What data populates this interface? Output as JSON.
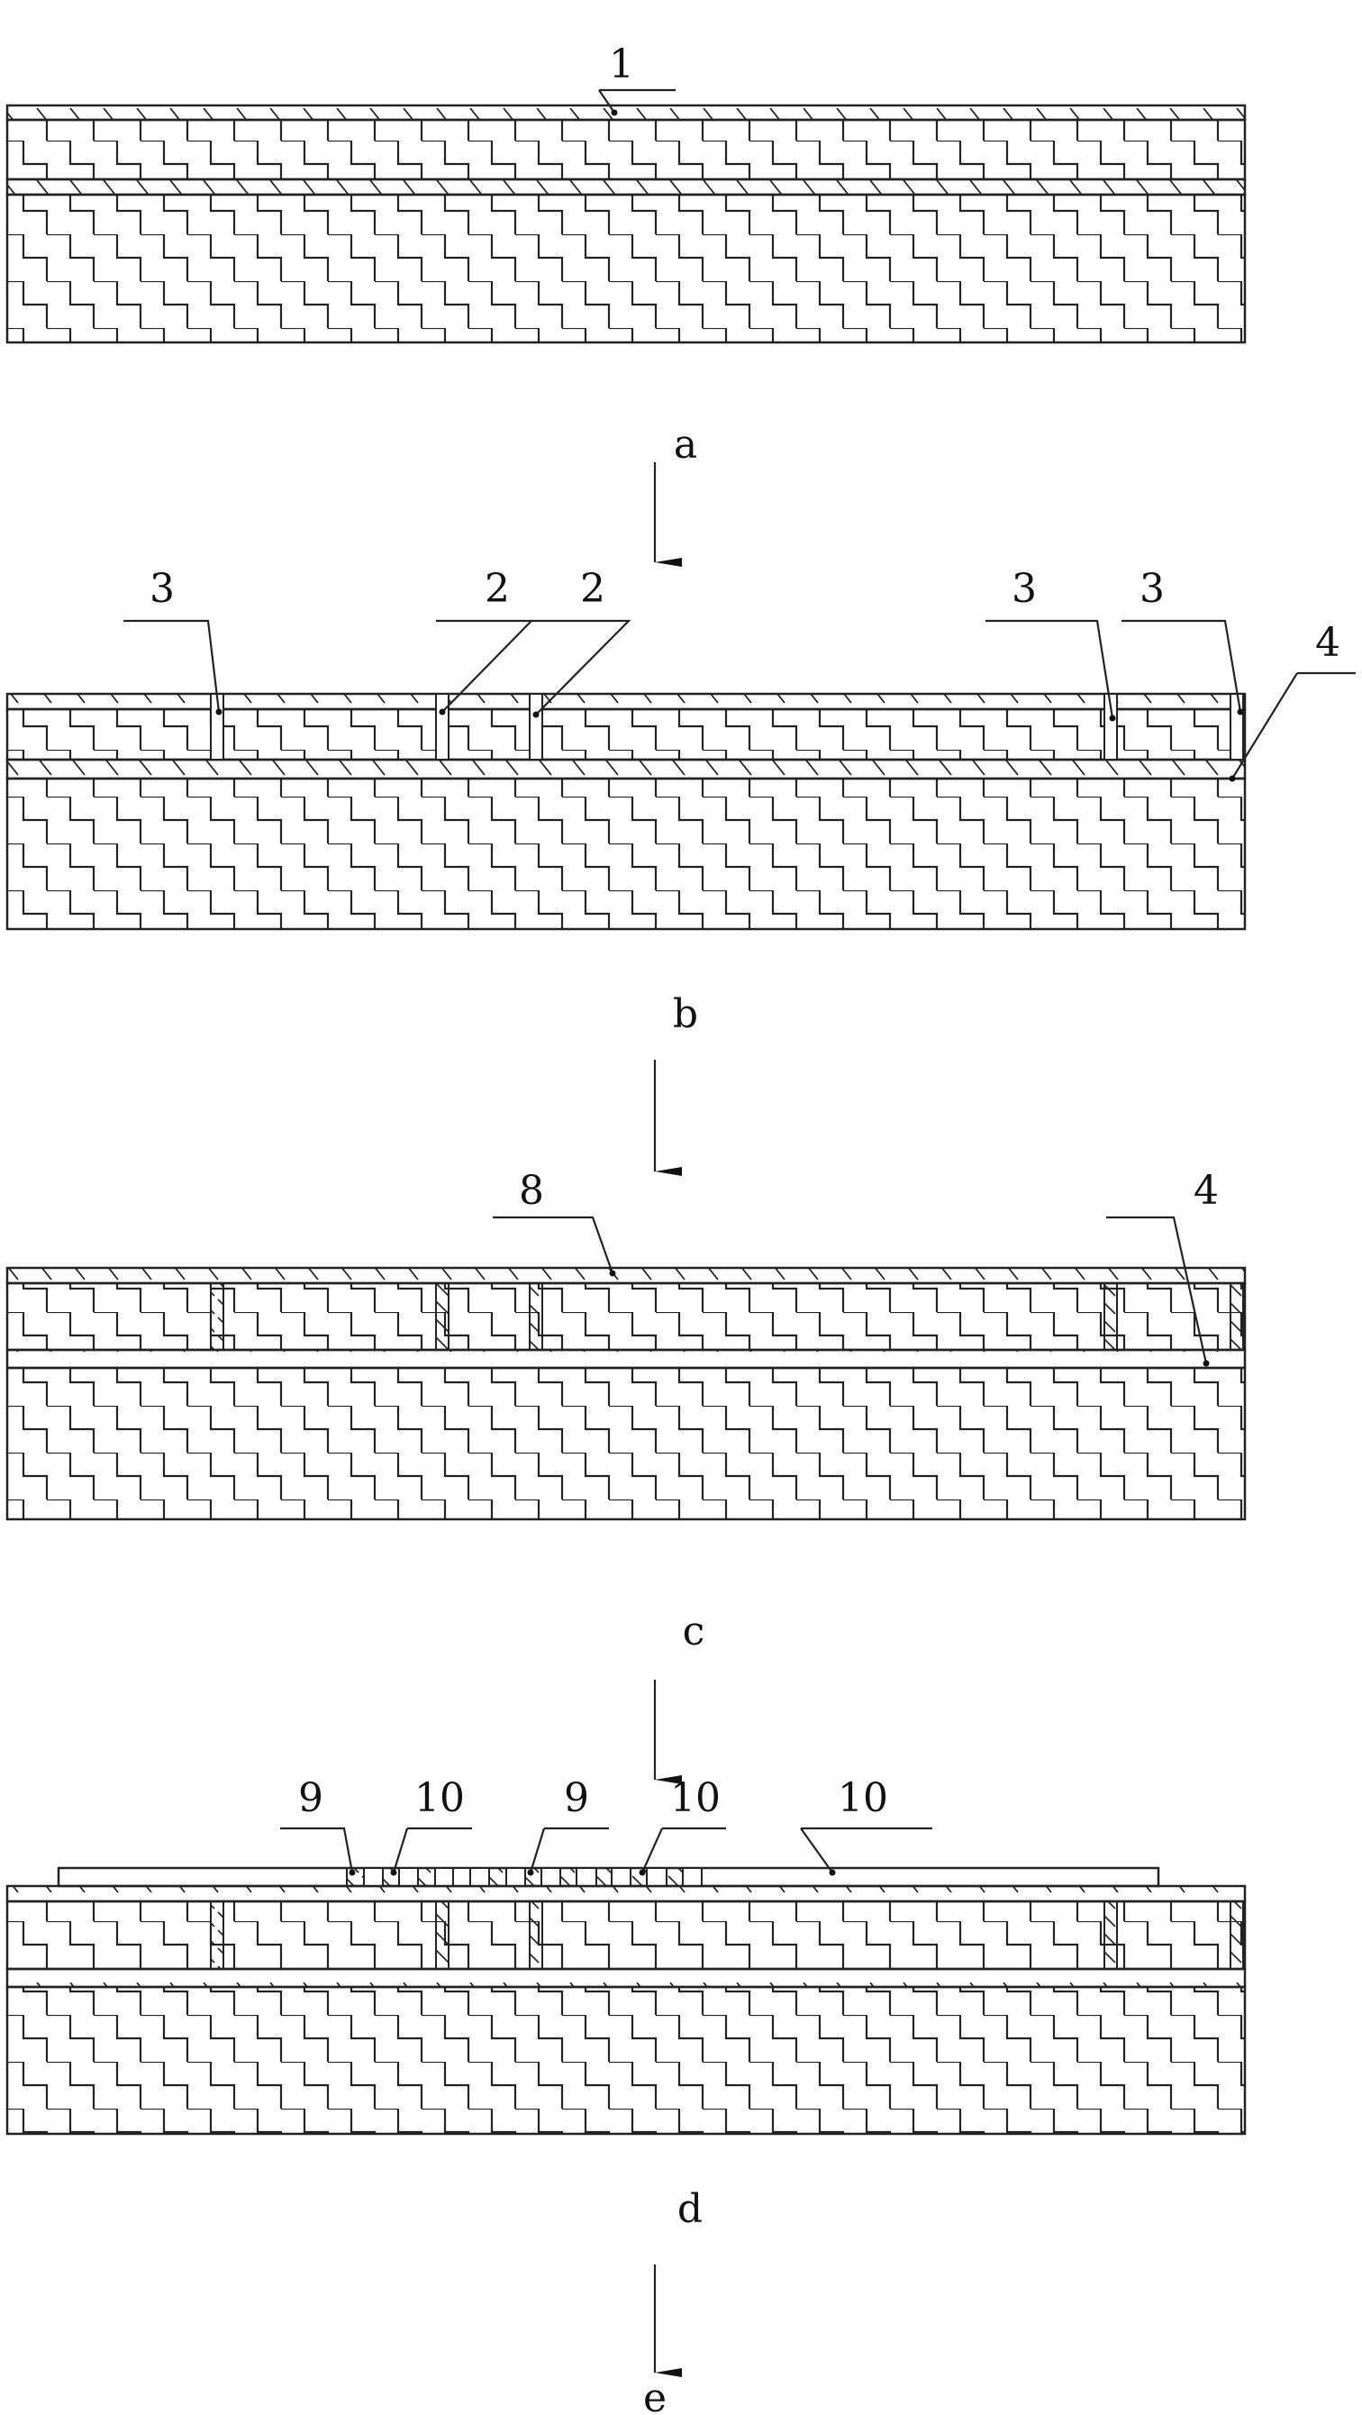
{
  "figure": {
    "panels": [
      {
        "id": "a",
        "step_label": "a",
        "callouts": [
          "1"
        ]
      },
      {
        "id": "b",
        "step_label": "b",
        "callouts": [
          "3",
          "2",
          "2",
          "3",
          "3",
          "4"
        ]
      },
      {
        "id": "c",
        "step_label": "c",
        "callouts": [
          "8",
          "4"
        ]
      },
      {
        "id": "d",
        "step_label": "d",
        "callouts": [
          "9",
          "10",
          "9",
          "10",
          "10"
        ]
      }
    ],
    "final_step_label": "e",
    "line_color": "#222222"
  }
}
